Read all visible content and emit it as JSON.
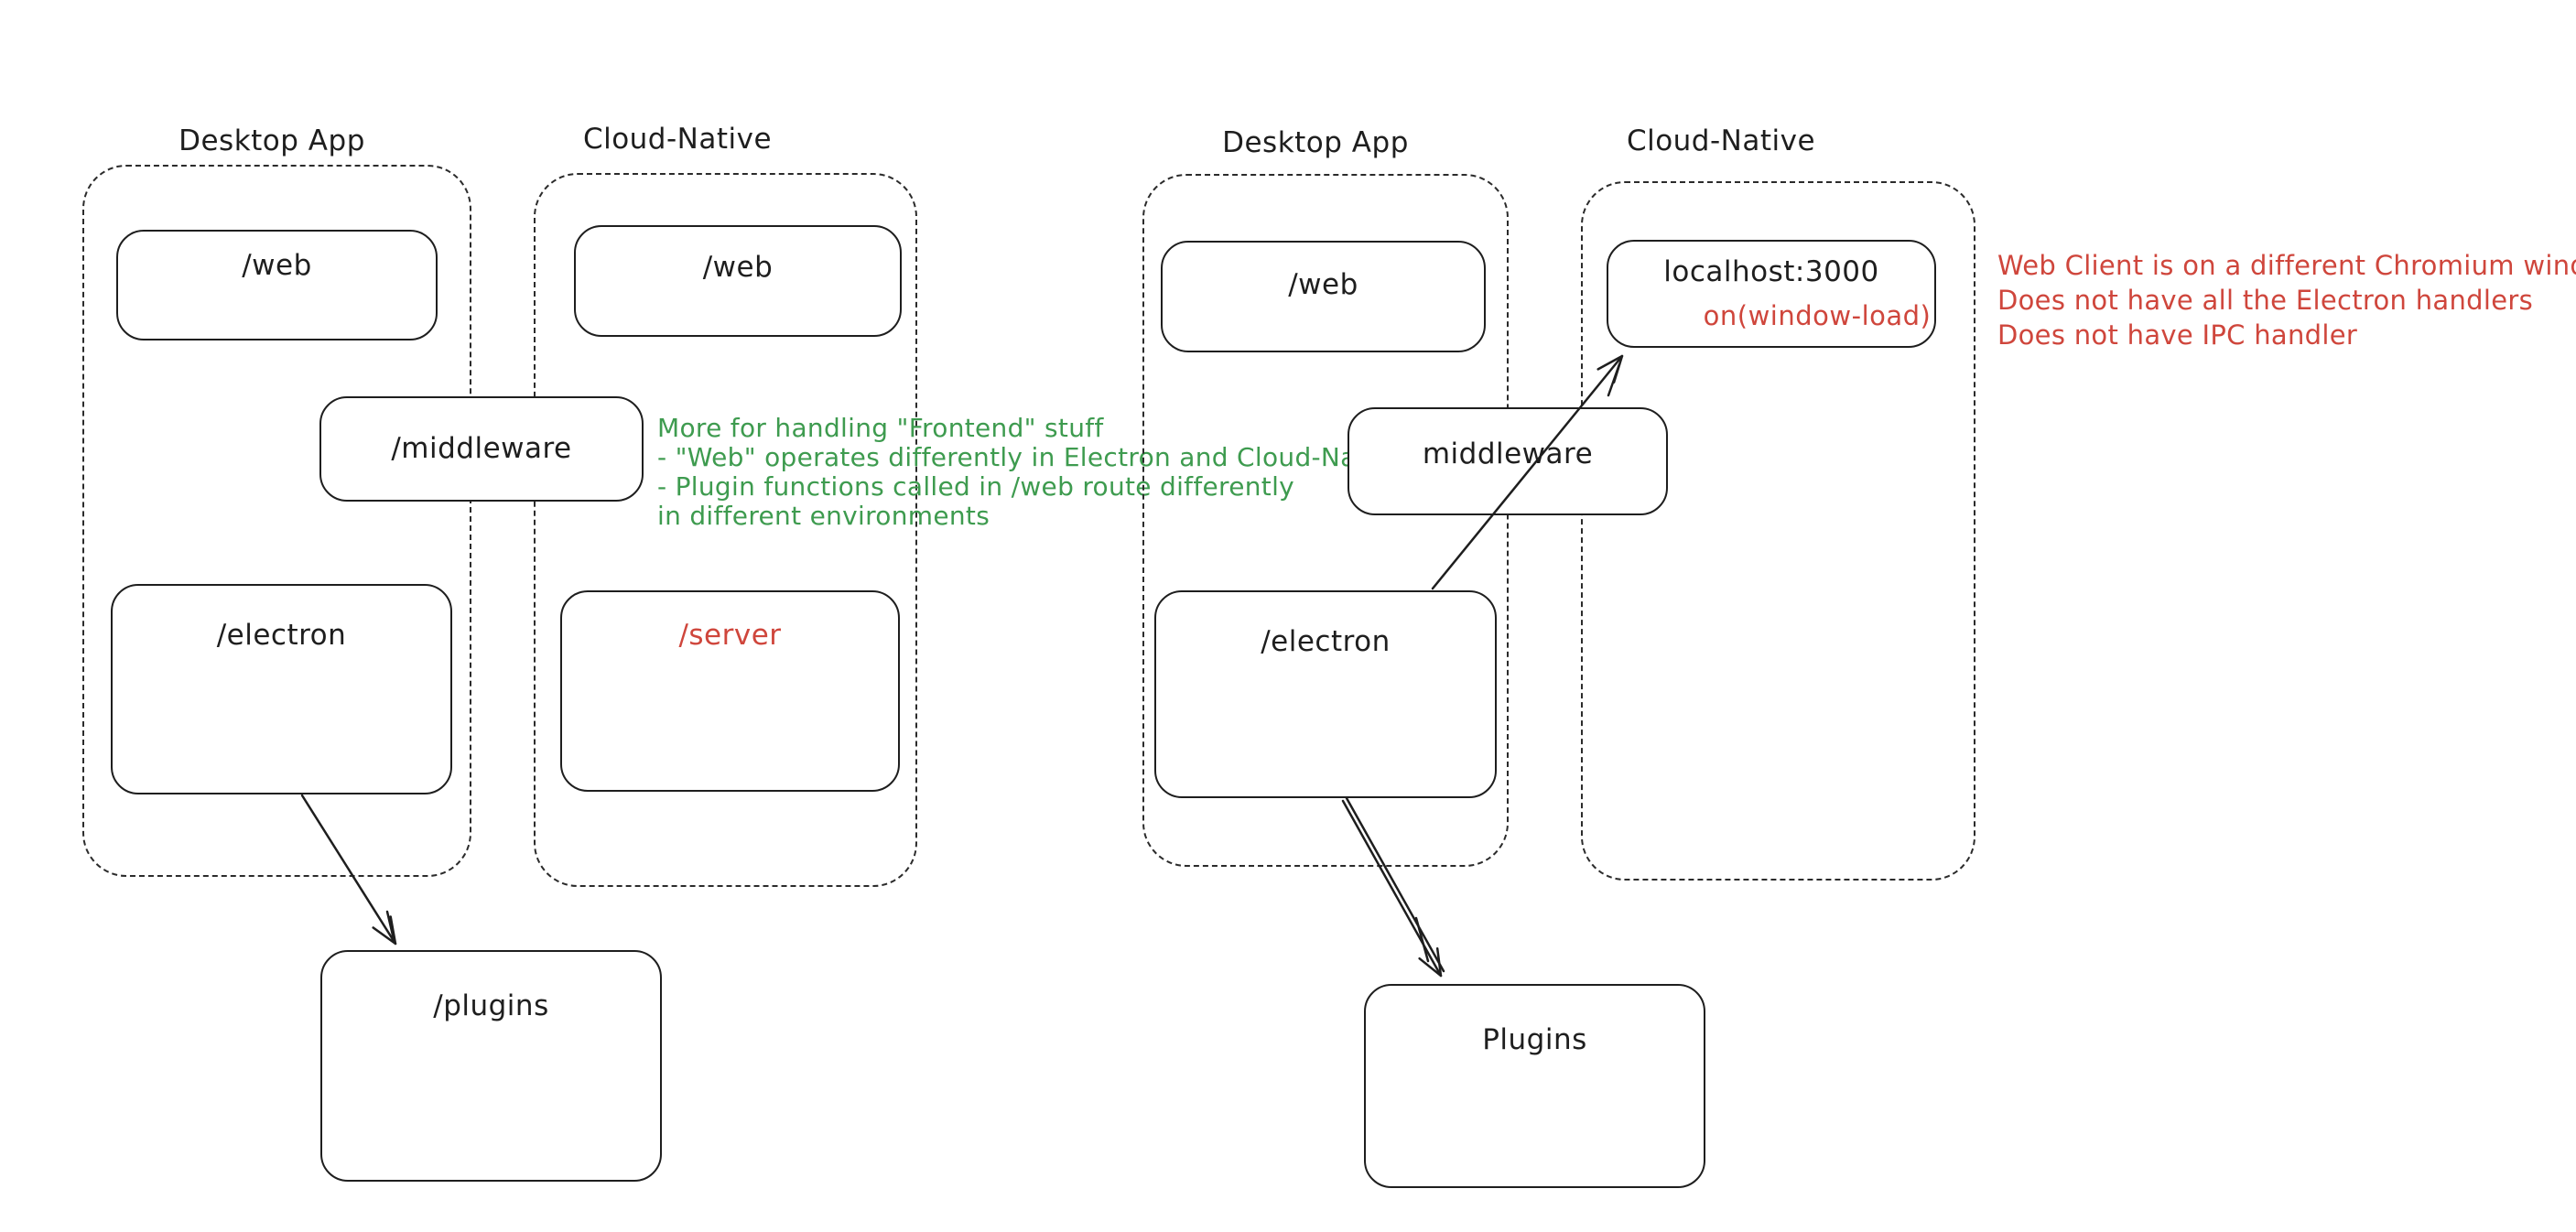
{
  "colors": {
    "ink": "#1e1e1e",
    "green_annotation": "#3e9b4f",
    "red_annotation": "#cf463c",
    "background": "#ffffff"
  },
  "left_diagram": {
    "desktop_group": {
      "title": "Desktop App",
      "web": "/web",
      "electron": "/electron"
    },
    "cloud_group": {
      "title": "Cloud-Native",
      "web": "/web",
      "server": "/server"
    },
    "middleware": "/middleware",
    "plugins": "/plugins",
    "green_note": {
      "lines": [
        "More for handling \"Frontend\" stuff",
        "- \"Web\" operates differently in Electron and Cloud-Native",
        "- Plugin functions called in /web route differently",
        "in different environments"
      ]
    }
  },
  "right_diagram": {
    "desktop_group": {
      "title": "Desktop App",
      "web": "/web",
      "electron": "/electron"
    },
    "cloud_group": {
      "title": "Cloud-Native",
      "localhost": "localhost:3000",
      "window_load": "on(window-load)"
    },
    "middleware": "middleware",
    "plugins": "Plugins",
    "red_note": {
      "lines": [
        "Web Client is on a different Chromium window",
        "Does not have all the Electron handlers",
        "Does not have IPC handler"
      ]
    }
  }
}
